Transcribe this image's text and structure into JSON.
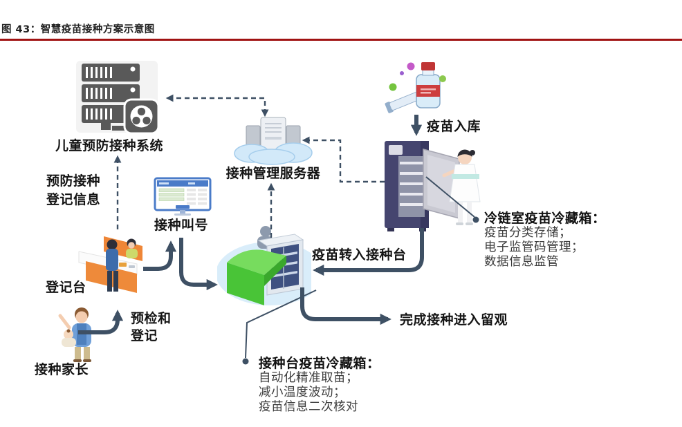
{
  "figure": {
    "title": "图 43：智慧疫苗接种方案示意图"
  },
  "nodes": {
    "children_system": "儿童预防接种系统",
    "cloud_server": "接种管理服务器",
    "vaccine_inbound": "疫苗入库",
    "call_display": "接种叫号",
    "registration_desk": "登记台",
    "parent": "接种家长"
  },
  "flows": {
    "registration_info_line1": "预防接种",
    "registration_info_line2": "登记信息",
    "precheck_line1": "预检和",
    "precheck_line2": "登记",
    "transfer_to_station": "疫苗转入接种台",
    "finish_observation": "完成接种进入留观"
  },
  "callouts": {
    "cold_chain": {
      "title": "冷链室疫苗冷藏箱：",
      "items": [
        "疫苗分类存储；",
        "电子监管码管理；",
        "数据信息监管"
      ]
    },
    "station": {
      "title": "接种台疫苗冷藏箱：",
      "items": [
        "自动化精准取苗；",
        "减小温度波动；",
        "疫苗信息二次核对"
      ]
    }
  },
  "icons": [
    "server-rack-icon",
    "cloud-server-icon",
    "vaccine-vial-icon",
    "fridge-nurse-icon",
    "queue-display-icon",
    "registration-desk-icon",
    "parent-baby-icon",
    "vaccination-station-icon",
    "callout-dot"
  ],
  "colors": {
    "accent_red": "#A01212",
    "arrow": "#3E5064",
    "station_green": "#49C437",
    "desk_orange": "#EE8A3A",
    "fridge_navy": "#45456F",
    "cloud_blue": "#D2E9F9"
  }
}
